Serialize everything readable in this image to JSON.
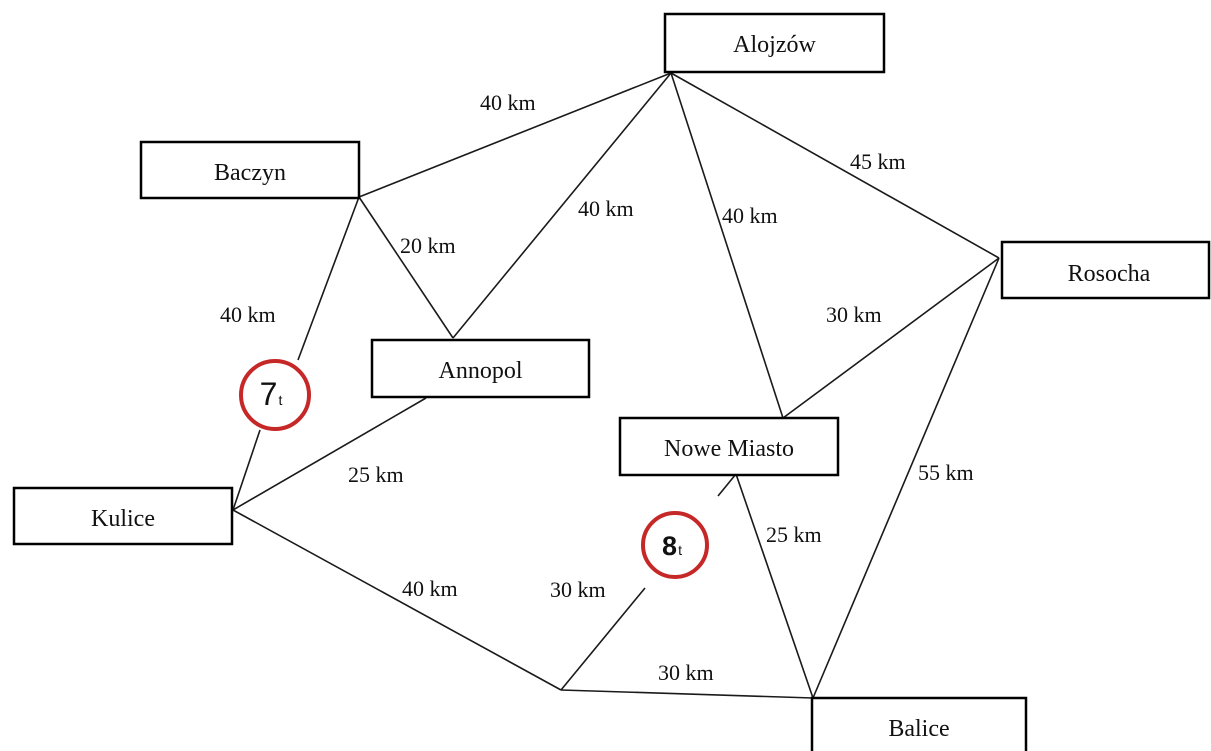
{
  "colors": {
    "line": "#1a1a1a",
    "box_border": "#000000",
    "sign_ring": "#c62828",
    "text": "#111111"
  },
  "towns": {
    "alojzow": "Alojzów",
    "baczyn": "Baczyn",
    "rosocha": "Rosocha",
    "annopol": "Annopol",
    "nowe_miasto": "Nowe Miasto",
    "kulice": "Kulice",
    "balice": "Balice"
  },
  "roads": [
    {
      "id": "baczyn-alojzow",
      "from": "Baczyn",
      "to": "Alojzów",
      "distance": "40 km"
    },
    {
      "id": "annopol-alojzow",
      "from": "Annopol",
      "to": "Alojzów",
      "distance": "40 km"
    },
    {
      "id": "alojzow-nowe-miasto",
      "from": "Alojzów",
      "to": "Nowe Miasto",
      "distance": "40 km"
    },
    {
      "id": "alojzow-rosocha",
      "from": "Alojzów",
      "to": "Rosocha",
      "distance": "45 km"
    },
    {
      "id": "baczyn-annopol",
      "from": "Baczyn",
      "to": "Annopol",
      "distance": "20 km"
    },
    {
      "id": "baczyn-kulice",
      "from": "Baczyn",
      "to": "Kulice",
      "distance": "40 km"
    },
    {
      "id": "nowe-miasto-rosocha",
      "from": "Nowe Miasto",
      "to": "Rosocha",
      "distance": "30 km"
    },
    {
      "id": "annopol-kulice",
      "from": "Annopol",
      "to": "Kulice",
      "distance": "25 km"
    },
    {
      "id": "rosocha-balice",
      "from": "Rosocha",
      "to": "Balice",
      "distance": "55 km"
    },
    {
      "id": "nowe-miasto-balice",
      "from": "Nowe Miasto",
      "to": "Balice",
      "distance": "25 km"
    },
    {
      "id": "kulice-junction",
      "from": "Kulice",
      "to": "",
      "distance": "40 km"
    },
    {
      "id": "junction-nowe-miasto",
      "from": "",
      "to": "Nowe Miasto",
      "distance": "30 km"
    },
    {
      "id": "junction-balice",
      "from": "",
      "to": "Balice",
      "distance": "30 km"
    }
  ],
  "weight_limits": [
    {
      "road": "baczyn-kulice",
      "number": "7",
      "unit": "t"
    },
    {
      "road": "junction-nowe-miasto",
      "number": "8",
      "unit": "t"
    }
  ]
}
